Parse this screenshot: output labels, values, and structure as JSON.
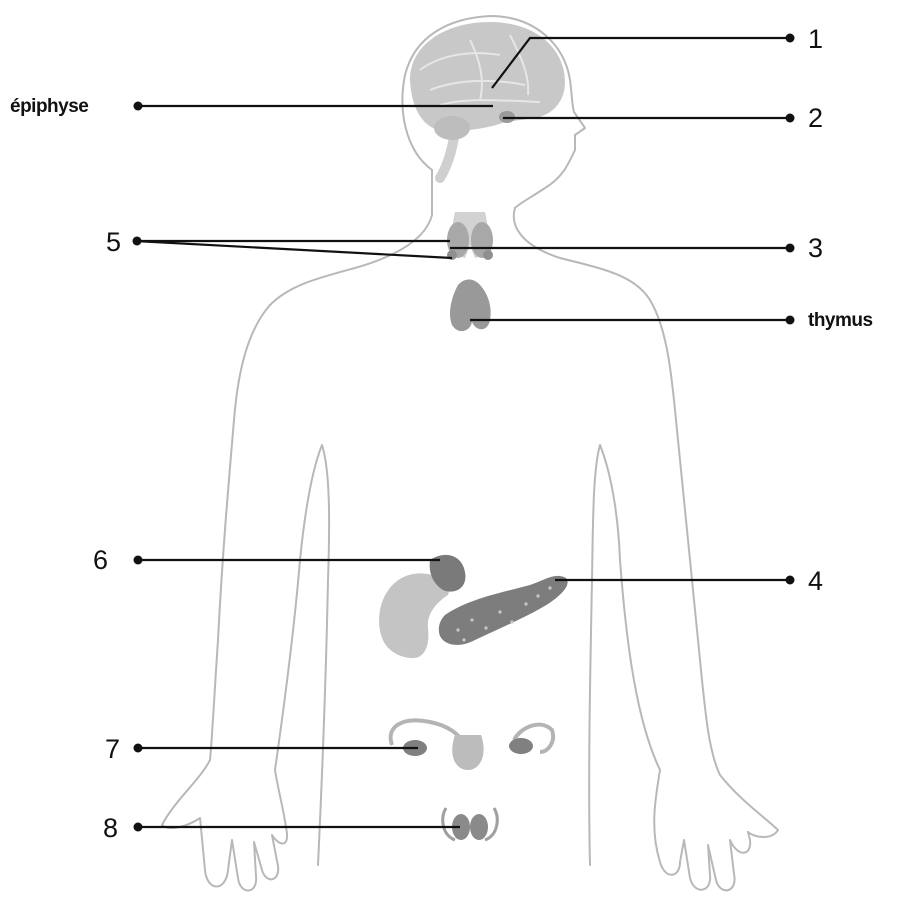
{
  "diagram": {
    "labels": {
      "l1": "1",
      "l2": "2",
      "l3": "3",
      "l4": "4",
      "l5": "5",
      "l6": "6",
      "l7": "7",
      "l8": "8",
      "epiphyse": "épiphyse",
      "thymus": "thymus"
    }
  }
}
